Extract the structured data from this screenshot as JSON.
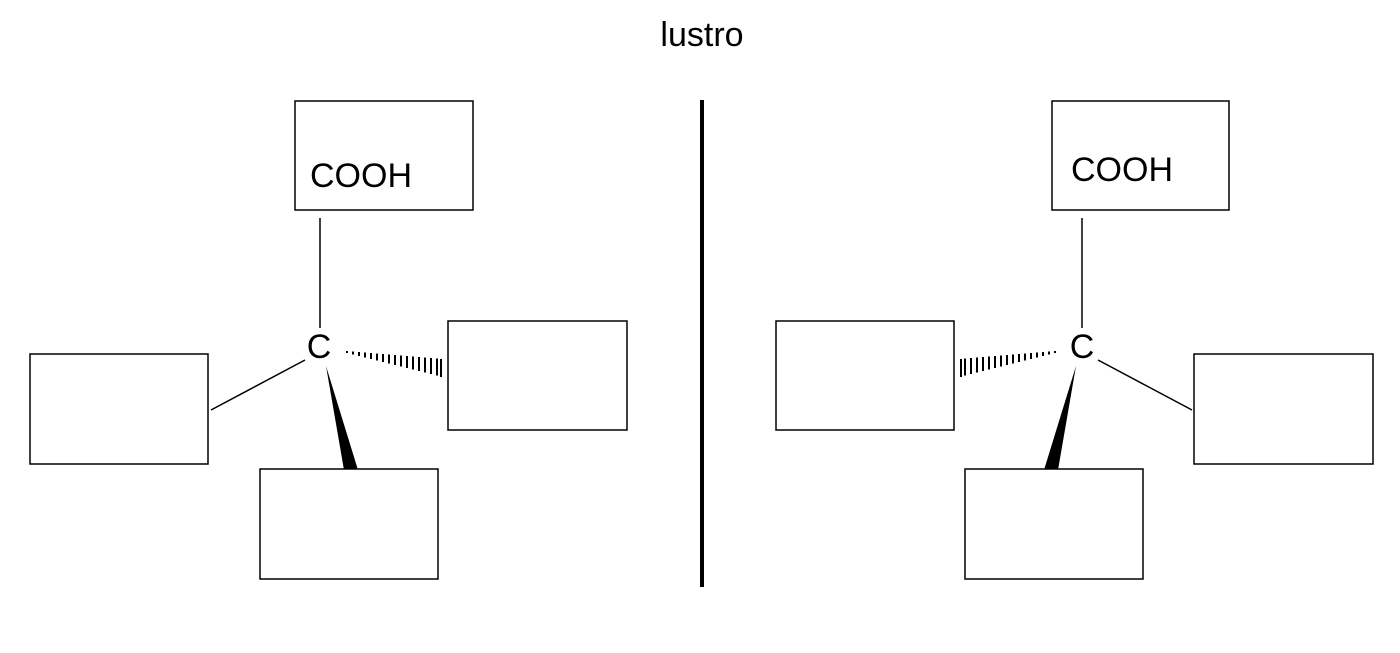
{
  "title": "lustro",
  "left_molecule": {
    "center": "C",
    "top_group": "COOH",
    "left_group": "",
    "right_group": "",
    "bottom_group": ""
  },
  "right_molecule": {
    "center": "C",
    "top_group": "COOH",
    "left_group": "",
    "right_group": "",
    "bottom_group": ""
  }
}
